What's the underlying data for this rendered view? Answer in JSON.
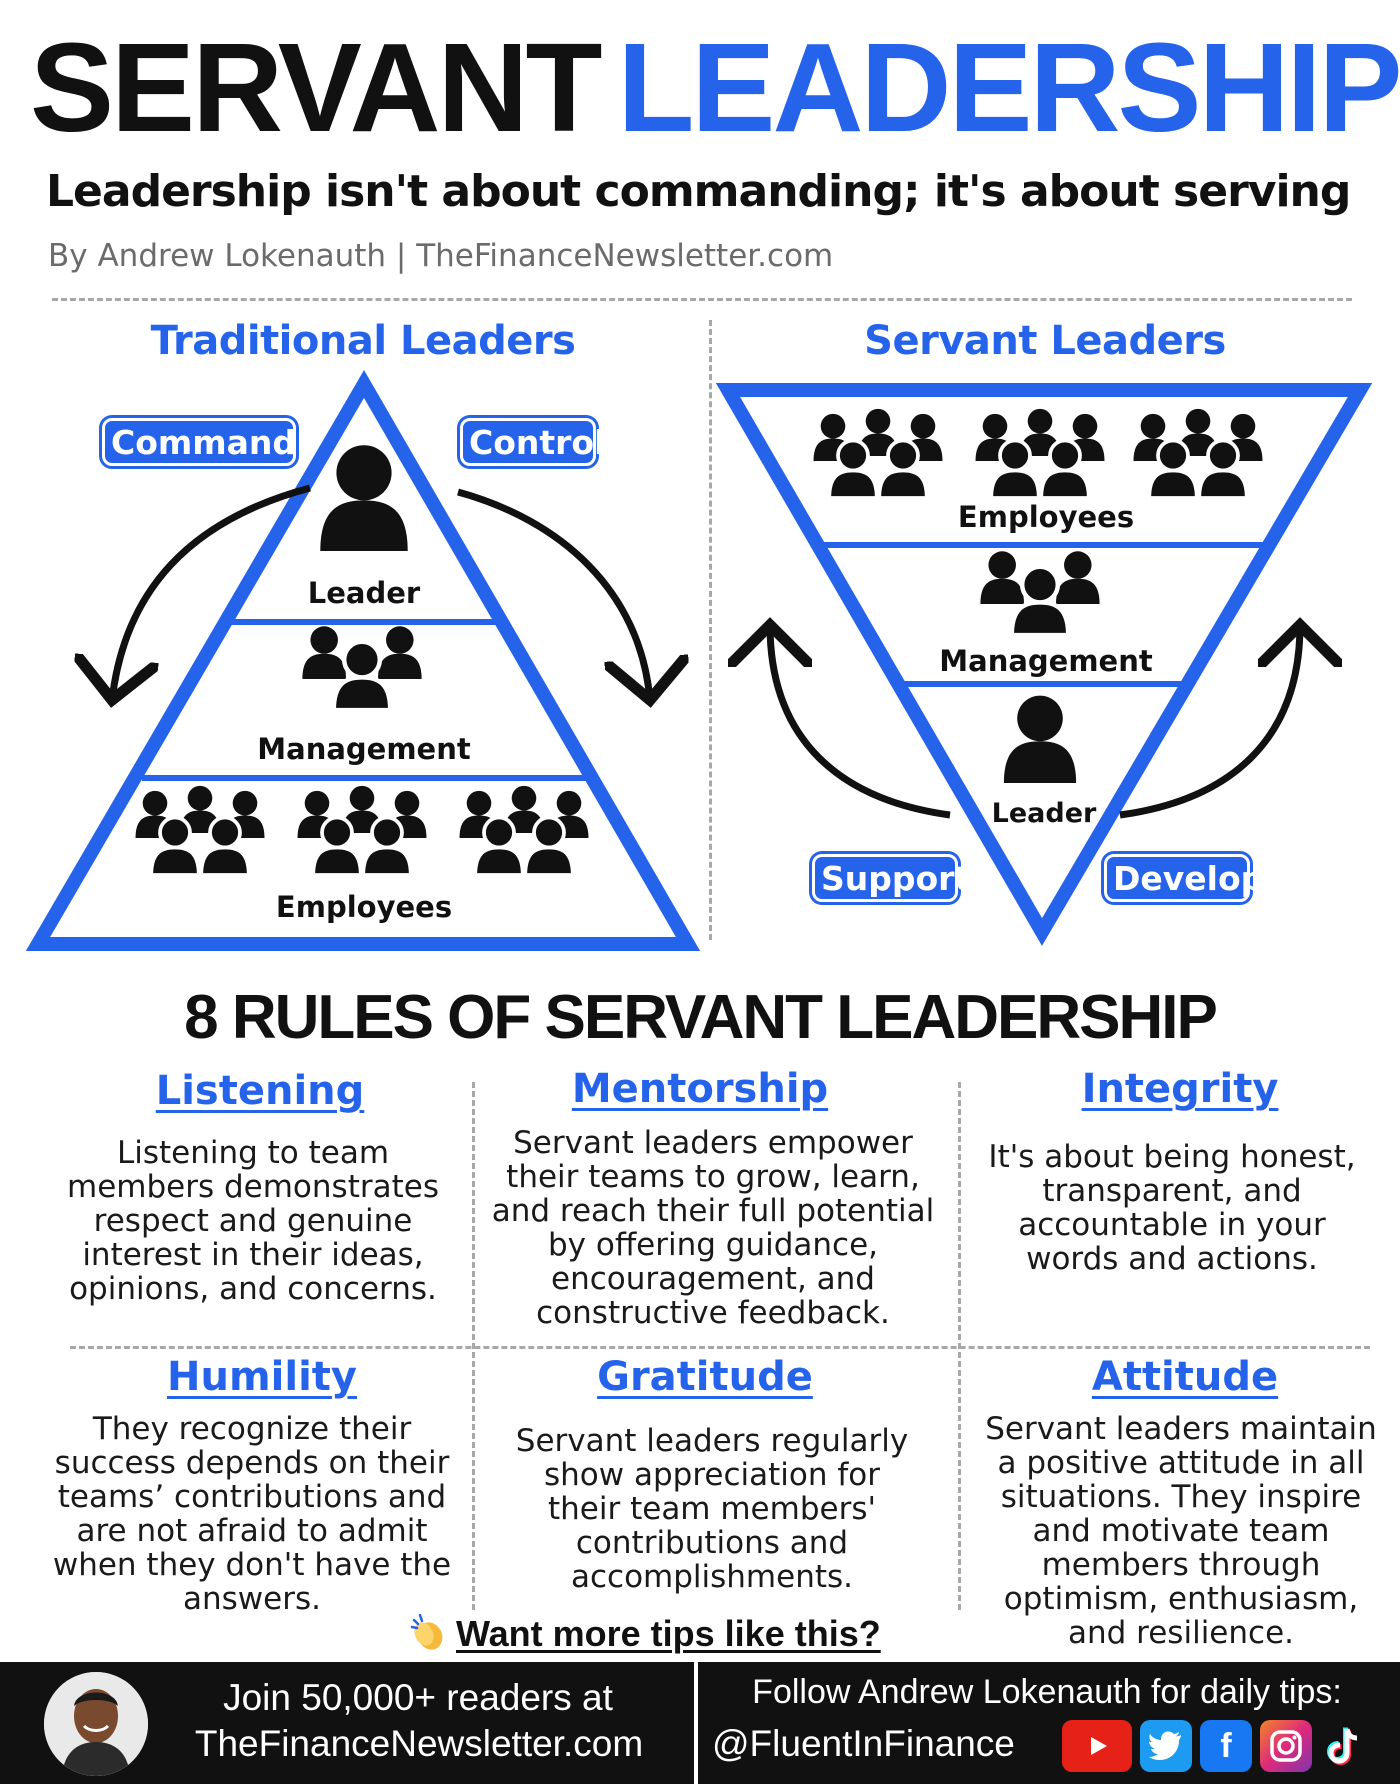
{
  "header": {
    "title_black": "SERVANT",
    "title_blue": "LEADERSHIP",
    "subtitle": "Leadership isn't about commanding; it's about serving",
    "byline": "By Andrew Lokenauth | TheFinanceNewsletter.com"
  },
  "traditional": {
    "heading": "Traditional Leaders",
    "pill_left": "Command",
    "pill_right": "Control",
    "levels": [
      "Leader",
      "Management",
      "Employees"
    ]
  },
  "servant": {
    "heading": "Servant Leaders",
    "pill_left": "Support",
    "pill_right": "Develop",
    "levels": [
      "Employees",
      "Management",
      "Leader"
    ]
  },
  "rules": {
    "title": "8 RULES OF SERVANT LEADERSHIP",
    "items": [
      {
        "title": "Listening",
        "body": "Listening to team members demonstrates respect and genuine interest in their ideas, opinions, and concerns."
      },
      {
        "title": "Mentorship",
        "body": "Servant leaders empower their teams to grow, learn, and reach their full potential by offering guidance, encouragement, and constructive feedback."
      },
      {
        "title": "Integrity",
        "body": "It's about being honest, transparent, and accountable in your words and actions."
      },
      {
        "title": "Humility",
        "body": "They recognize their success depends on their teams’ contributions and are not afraid to admit when they don't have the answers."
      },
      {
        "title": "Gratitude",
        "body": "Servant leaders regularly show appreciation for their team members' contributions and accomplishments."
      },
      {
        "title": "Attitude",
        "body": "Servant leaders maintain a positive attitude in all situations. They inspire and motivate team members through optimism, enthusiasm, and resilience."
      }
    ]
  },
  "cta": {
    "icon": "clapping-hands-icon",
    "text": "Want more tips like this?"
  },
  "footer": {
    "left_line1": "Join 50,000+ readers at",
    "left_line2": "TheFinanceNewsletter.com",
    "right_line1": "Follow Andrew Lokenauth for daily tips:",
    "handle": "@FluentInFinance",
    "social_icons": [
      "youtube-icon",
      "twitter-icon",
      "facebook-icon",
      "instagram-icon",
      "tiktok-icon"
    ]
  },
  "colors": {
    "accent": "#2563eb",
    "dark": "#111111",
    "muted": "#6b6b6b",
    "footer_bg": "#111111"
  }
}
